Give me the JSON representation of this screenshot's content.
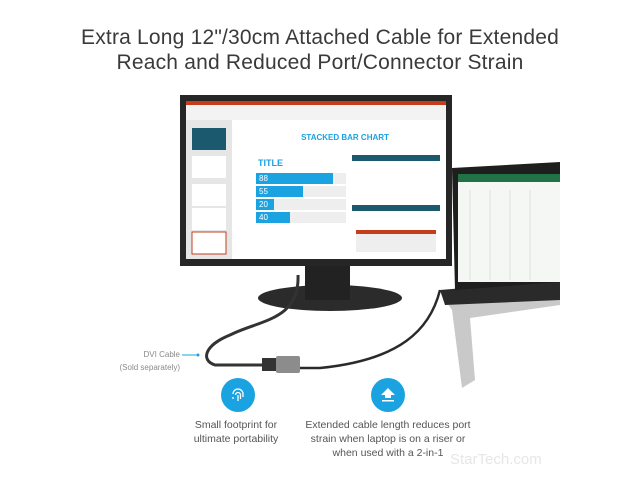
{
  "headline": {
    "line1": "Extra Long 12\"/30cm Attached Cable for Extended",
    "line2": "Reach and Reduced Port/Connector Strain"
  },
  "monitor_screen": {
    "slide_title": "STACKED BAR CHART",
    "chart_title": "TITLE",
    "bar_values": [
      88,
      55,
      20,
      40
    ],
    "accent": "#1ba2e1"
  },
  "dvi_label": {
    "line1": "DVI Cable",
    "line2": "(Sold separately)"
  },
  "features": [
    {
      "icon": "fingerprint-icon",
      "text_lines": [
        "Small footprint for",
        "ultimate portability"
      ]
    },
    {
      "icon": "upload-arrow-icon",
      "text_lines": [
        "Extended cable length reduces port",
        "strain when laptop is on a riser or",
        "when used with a 2-in-1"
      ]
    }
  ],
  "brand": "StarTech.com",
  "colors": {
    "accent": "#1aa3e0",
    "headline": "#3a3a3a"
  }
}
